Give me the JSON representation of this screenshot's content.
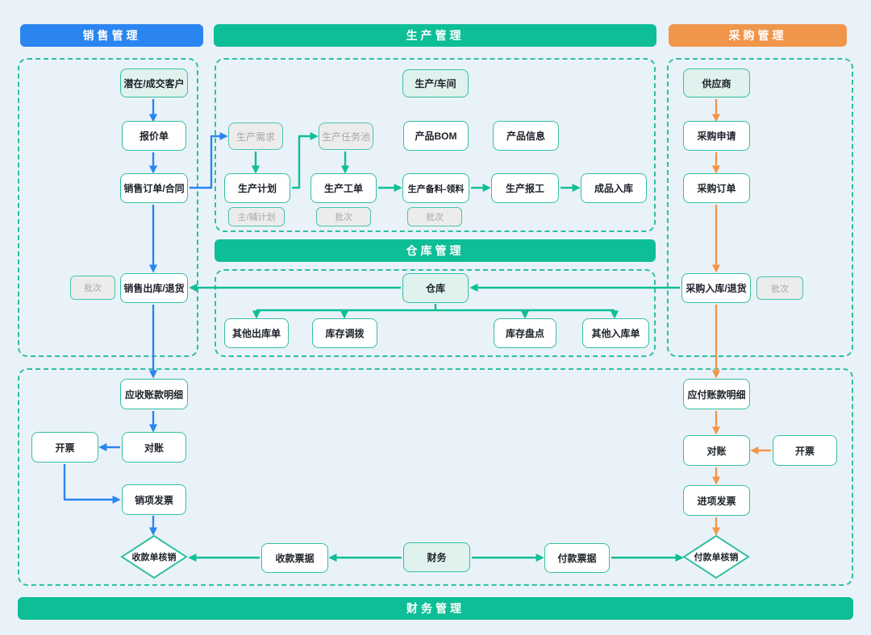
{
  "colors": {
    "background": "#eaf2f9",
    "sales_accent": "#2a85f1",
    "production_accent": "#0ebe97",
    "purchase_accent": "#f0964b",
    "node_border": "#35bfa0",
    "tint_fill": "#dff2ee",
    "gray_fill": "#ececec",
    "gray_text": "#a3a8ad",
    "text": "#1d2129"
  },
  "headers": {
    "sales": "销售管理",
    "production": "生产管理",
    "purchase": "采购管理",
    "warehouse": "仓库管理",
    "finance": "财务管理"
  },
  "nodes": {
    "customer": "潜在/成交客户",
    "quote": "报价单",
    "sales_order": "销售订单/合同",
    "batch_sales": "批次",
    "sales_out": "销售出库/退货",
    "ar_detail": "应收账款明细",
    "recon_ar": "对账",
    "invoice_ar": "开票",
    "sales_invoice": "销项发票",
    "receipt_writeoff": "收款单核销",
    "workshop": "生产/车间",
    "prod_demand": "生产需求",
    "task_pool": "生产任务池",
    "bom": "产品BOM",
    "prod_info": "产品信息",
    "prod_plan": "生产计划",
    "plan_tag": "主/辅计划",
    "work_order": "生产工单",
    "batch_wo": "批次",
    "material": "生产备料-领料",
    "batch_mat": "批次",
    "report": "生产报工",
    "finished_in": "成品入库",
    "warehouse": "仓库",
    "other_out": "其他出库单",
    "transfer": "库存调拨",
    "stocktake": "库存盘点",
    "other_in": "其他入库单",
    "supplier": "供应商",
    "purchase_request": "采购申请",
    "purchase_order": "采购订单",
    "purchase_in": "采购入库/退货",
    "batch_purchase": "批次",
    "ap_detail": "应付账款明细",
    "recon_ap": "对账",
    "invoice_ap": "开票",
    "purchase_invoice": "进项发票",
    "payment_writeoff": "付款单核销",
    "receipt_note": "收款票据",
    "finance": "财务",
    "payment_note": "付款票据"
  }
}
